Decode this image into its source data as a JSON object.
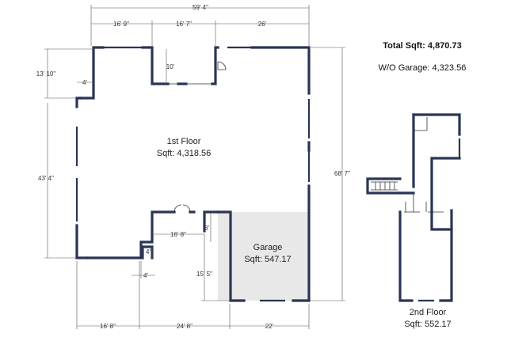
{
  "summary": {
    "total_label": "Total Sqft: 4,870.73",
    "without_garage_label": "W/O Garage: 4,323.56"
  },
  "rooms": {
    "first_floor_name": "1st Floor",
    "first_floor_area": "Sqft: 4,318.56",
    "garage_name": "Garage",
    "garage_area": "Sqft: 547.17",
    "second_floor_name": "2nd Floor",
    "second_floor_area": "Sqft: 552.17"
  },
  "dimensions": {
    "top_total": "59' 4\"",
    "top_left": "16' 9\"",
    "top_mid": "16' 7\"",
    "top_right": "26'",
    "notch_depth": "10'",
    "left_upper": "13' 10\"",
    "left_small": "4'",
    "left_main": "43' 4\"",
    "right_total": "68' 7\"",
    "entry_width": "16' 8\"",
    "entry_depth": "8'",
    "step_height": "4'",
    "step_width": "4'",
    "garage_depth": "15' 5\"",
    "bottom_left": "16' 8\"",
    "bottom_mid": "24' 8\"",
    "bottom_right": "22'"
  },
  "colors": {
    "wall": "#2a3556",
    "garage_fill": "#e8e8e8"
  }
}
